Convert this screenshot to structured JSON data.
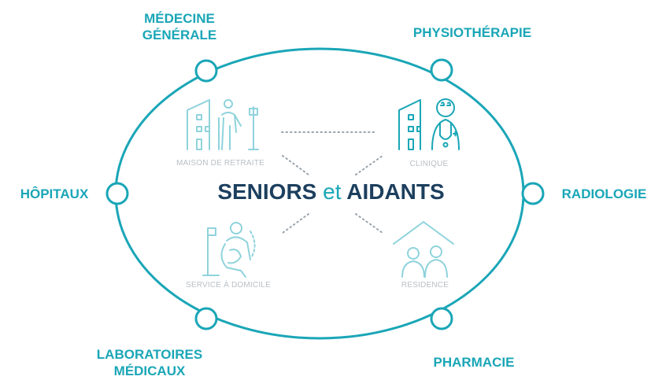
{
  "center": {
    "part1": "SENIORS",
    "conjunction": "et",
    "part2": "AIDANTS"
  },
  "nodes": {
    "medecine_generale": [
      "MÉDECINE",
      "GÉNÉRALE"
    ],
    "physiotherapie": "PHYSIOTHÉRAPIE",
    "hopitaux": "HÔPITAUX",
    "radiologie": "RADIOLOGIE",
    "laboratoires_medicaux": [
      "LABORATOIRES",
      "MÉDICAUX"
    ],
    "pharmacie": "PHARMACIE"
  },
  "care_settings": {
    "maison_de_retraite": "MAISON DE RETRAITE",
    "clinique": "CLINIQUE",
    "service_a_domicile": "SERVICE À DOMICILE",
    "residence": "RESIDENCE"
  },
  "colors": {
    "accent": "#1aa6b7",
    "title": "#1c3f5e",
    "muted": "#b9bfc4",
    "dots": "#9aa3ab"
  }
}
